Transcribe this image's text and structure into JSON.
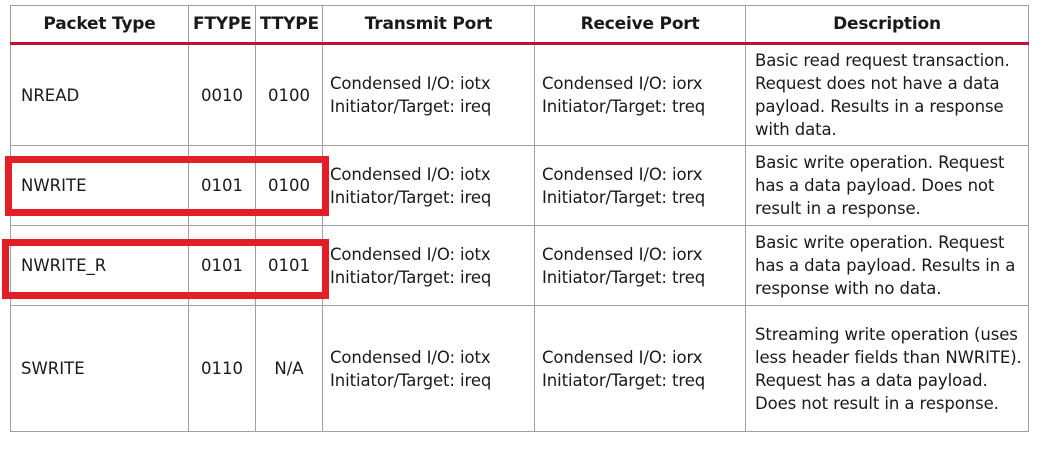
{
  "columns": [
    "Packet Type",
    "FTYPE",
    "TTYPE",
    "Transmit Port",
    "Receive Port",
    "Description"
  ],
  "rows": [
    {
      "packet_type": "NREAD",
      "ftype": "0010",
      "ttype": "0100",
      "transmit": [
        "Condensed I/O: iotx",
        "Initiator/Target: ireq"
      ],
      "receive": [
        "Condensed I/O: iorx",
        "Initiator/Target: treq"
      ],
      "description": "Basic read request transaction. Request does not have a data payload. Results in a response with data.",
      "highlighted": false
    },
    {
      "packet_type": "NWRITE",
      "ftype": "0101",
      "ttype": "0100",
      "transmit": [
        "Condensed I/O: iotx",
        "Initiator/Target: ireq"
      ],
      "receive": [
        "Condensed I/O: iorx",
        "Initiator/Target: treq"
      ],
      "description": "Basic write operation. Request has a data payload. Does not result in a response.",
      "highlighted": true
    },
    {
      "packet_type": "NWRITE_R",
      "ftype": "0101",
      "ttype": "0101",
      "transmit": [
        "Condensed I/O: iotx",
        "Initiator/Target: ireq"
      ],
      "receive": [
        "Condensed I/O: iorx",
        "Initiator/Target: treq"
      ],
      "description": "Basic write operation. Request has a data payload. Results in a response with no data.",
      "highlighted": true
    },
    {
      "packet_type": "SWRITE",
      "ftype": "0110",
      "ttype": "N/A",
      "transmit": [
        "Condensed I/O: iotx",
        "Initiator/Target: ireq"
      ],
      "receive": [
        "Condensed I/O: iorx",
        "Initiator/Target: treq"
      ],
      "description": "Streaming write operation (uses less header fields than NWRITE). Request has a data payload. Does not result in a response.",
      "highlighted": false
    }
  ],
  "colors": {
    "header_rule": "#c8102e",
    "highlight_box": "#e41e26",
    "grid": "#a0a0a0"
  }
}
